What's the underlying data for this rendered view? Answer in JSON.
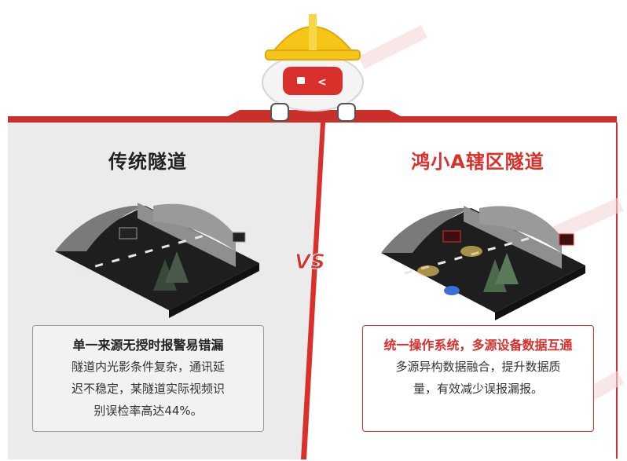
{
  "left": {
    "title": "传统隧道",
    "heading": "单一来源无授时报警易错漏",
    "lines": [
      "隧道内光影条件复杂，通讯延",
      "迟不稳定，某隧道实际视频识",
      "别误检率高达44%。"
    ]
  },
  "right": {
    "title": "鸿小A辖区隧道",
    "heading": "统一操作系统，多源设备数据互通",
    "lines": [
      "多源异构数据融合，提升数据质",
      "量，有效减少误报漏报。"
    ]
  },
  "vs_label": "VS",
  "colors": {
    "accent": "#d9302c",
    "left_bg": "#ebebeb",
    "right_bg": "#ffffff",
    "helmet": "#f7c518"
  },
  "icons": [
    "robot-mascot-icon",
    "tunnel-illustration-icon"
  ]
}
